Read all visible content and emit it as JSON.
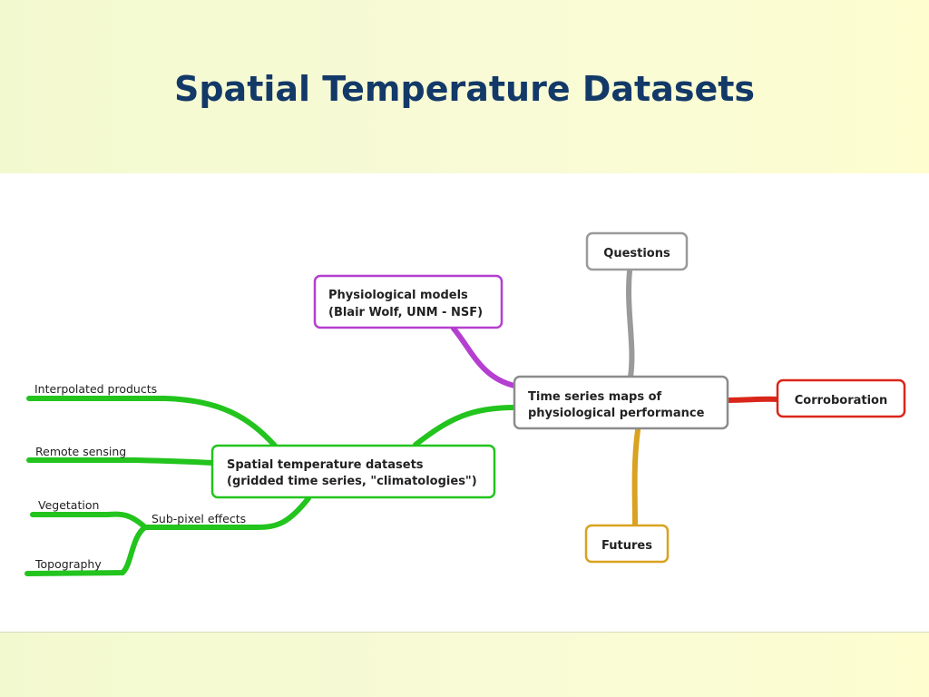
{
  "slide": {
    "title": "Spatial Temperature Datasets"
  },
  "mindmap": {
    "central": {
      "line1": "Time series maps of",
      "line2": "physiological performance"
    },
    "questions": {
      "label": "Questions"
    },
    "corroboration": {
      "label": "Corroboration"
    },
    "futures": {
      "label": "Futures"
    },
    "physiological_models": {
      "line1": "Physiological models",
      "line2": "(Blair Wolf, UNM - NSF)"
    },
    "spatial_datasets": {
      "line1": "Spatial temperature datasets",
      "line2": "(gridded time series, \"climatologies\")"
    },
    "leaves": {
      "interpolated_products": "Interpolated products",
      "remote_sensing": "Remote sensing",
      "sub_pixel_effects": "Sub-pixel effects",
      "vegetation": "Vegetation",
      "topography": "Topography"
    },
    "colors": {
      "green": "#22c41d",
      "purple": "#b53fd0",
      "gray": "#9a9a9a",
      "red": "#d9261a",
      "gold": "#d9a21f",
      "central_border": "#8c8c8c"
    }
  }
}
